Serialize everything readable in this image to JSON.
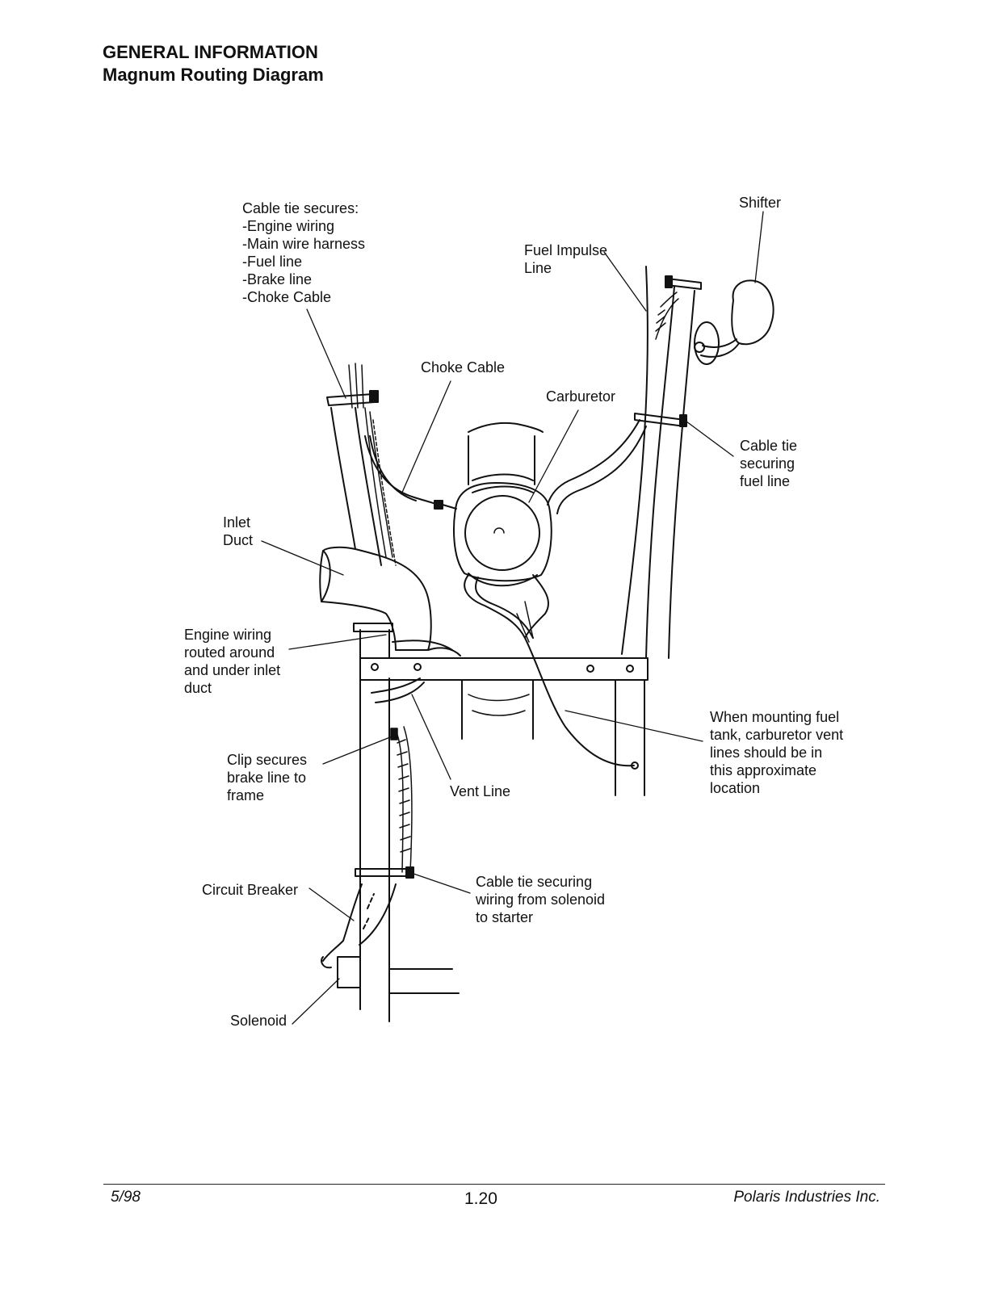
{
  "header": {
    "section": "GENERAL INFORMATION",
    "title": "Magnum Routing Diagram"
  },
  "labels": {
    "cable_tie_secures": [
      "Cable tie secures:",
      "-Engine wiring",
      "-Main wire harness",
      "-Fuel line",
      "-Brake line",
      "-Choke Cable"
    ],
    "shifter": [
      "Shifter"
    ],
    "fuel_impulse_line": [
      "Fuel Impulse",
      "Line"
    ],
    "choke_cable": [
      "Choke Cable"
    ],
    "carburetor": [
      "Carburetor"
    ],
    "cable_tie_fuel_line": [
      "Cable tie",
      "securing",
      "fuel line"
    ],
    "inlet_duct": [
      "Inlet",
      "Duct"
    ],
    "engine_wiring": [
      "Engine wiring",
      "routed around",
      "and under inlet",
      "duct"
    ],
    "vent_line": [
      "Vent Line"
    ],
    "mounting_fuel_tank": [
      "When mounting fuel",
      "tank, carburetor vent",
      "lines should be in",
      "this approximate",
      "location"
    ],
    "clip_secures": [
      "Clip secures",
      "brake line to",
      "frame"
    ],
    "circuit_breaker": [
      "Circuit Breaker"
    ],
    "cable_tie_solenoid": [
      "Cable tie securing",
      "wiring from solenoid",
      "to starter"
    ],
    "solenoid": [
      "Solenoid"
    ]
  },
  "footer": {
    "date": "5/98",
    "page": "1.20",
    "company": "Polaris Industries Inc."
  }
}
